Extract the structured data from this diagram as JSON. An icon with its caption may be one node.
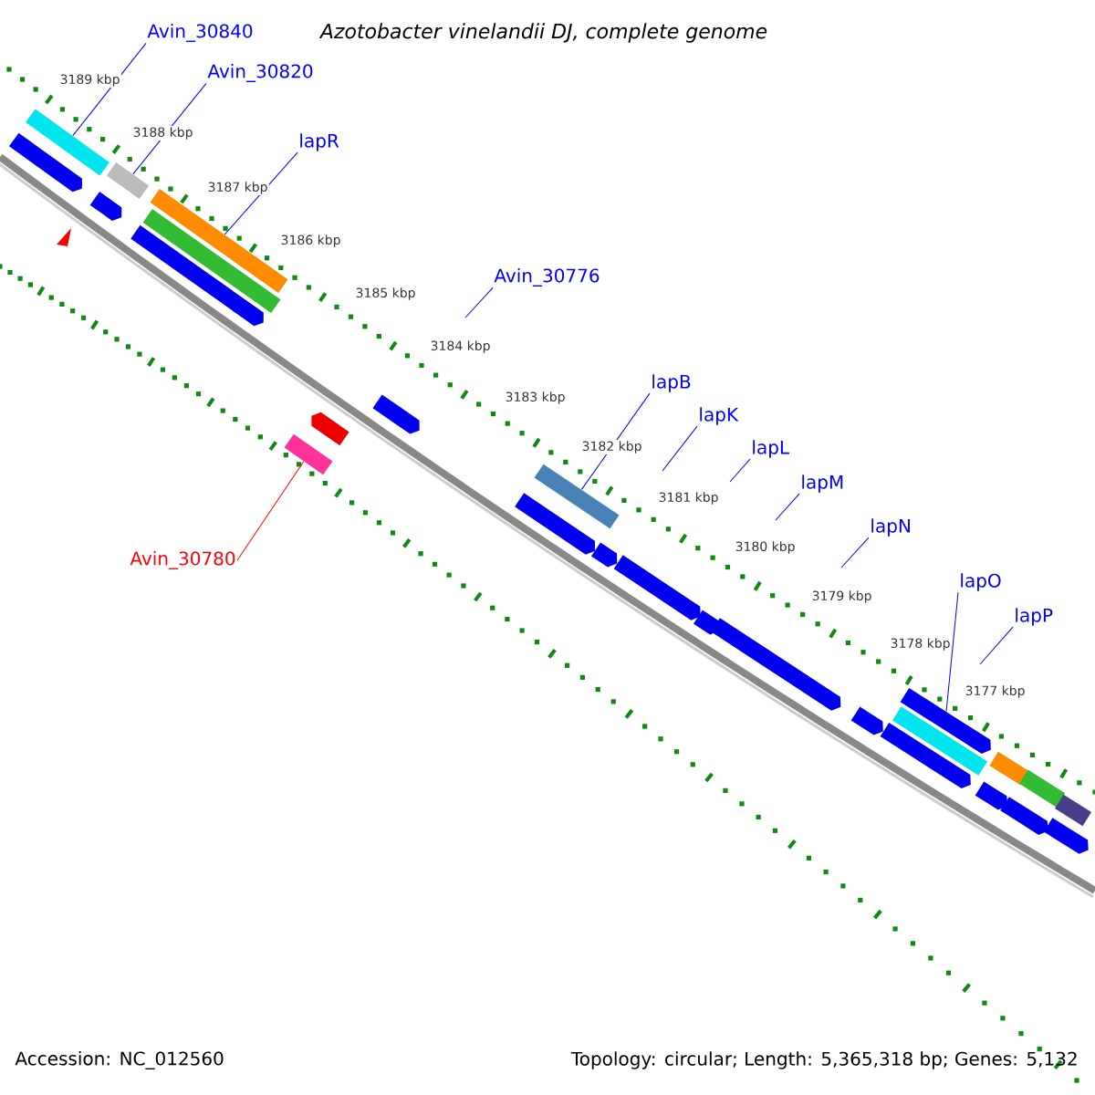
{
  "diagram": {
    "title": "Azotobacter vinelandii DJ, complete genome",
    "nodes": [
      {
        "text": [
          "Avin_30840"
        ]
      },
      {
        "text": [
          "Avin_30820"
        ]
      },
      {
        "text": [
          "lapR"
        ]
      },
      {
        "text": [
          "Avin_30776"
        ]
      },
      {
        "text": [
          "lapB"
        ]
      },
      {
        "text": [
          "lapK"
        ]
      },
      {
        "text": [
          "lapL"
        ]
      },
      {
        "text": [
          "lapM"
        ]
      },
      {
        "text": [
          "lapN"
        ]
      },
      {
        "text": [
          "lapO"
        ]
      },
      {
        "text": [
          "lapP"
        ]
      },
      {
        "text": [
          "Avin_30780"
        ]
      },
      {
        "text": [],
        "shape": "arrow"
      },
      {
        "text": [],
        "shape": "bar"
      },
      {
        "text": [],
        "shape": "arrow"
      },
      {
        "text": [],
        "shape": "bar"
      },
      {
        "text": [],
        "shape": "arrow"
      },
      {
        "text": [],
        "shape": "bar"
      },
      {
        "text": [],
        "shape": "bar"
      },
      {
        "text": [],
        "shape": "bar"
      },
      {
        "text": [],
        "shape": "arrow"
      },
      {
        "text": [],
        "shape": "arrow"
      },
      {
        "text": [],
        "shape": "arrow"
      },
      {
        "text": [],
        "shape": "bar"
      },
      {
        "text": [],
        "shape": "arrow"
      },
      {
        "text": [],
        "shape": "arrow"
      },
      {
        "text": [],
        "shape": "arrow"
      },
      {
        "text": [],
        "shape": "arrow"
      },
      {
        "text": [],
        "shape": "arrow"
      },
      {
        "text": [],
        "shape": "arrow"
      },
      {
        "text": [],
        "shape": "bar"
      },
      {
        "text": [],
        "shape": "arrow"
      },
      {
        "text": [],
        "shape": "arrow"
      },
      {
        "text": [],
        "shape": "bar"
      },
      {
        "text": [],
        "shape": "arrow"
      },
      {
        "text": [],
        "shape": "bar"
      },
      {
        "text": [],
        "shape": "arrow"
      },
      {
        "text": [],
        "shape": "bar"
      }
    ],
    "edges": [
      {
        "from": 0,
        "to": 13,
        "arrow": "none"
      },
      {
        "from": 1,
        "to": 15,
        "arrow": "none"
      },
      {
        "from": 2,
        "to": 18,
        "arrow": "none"
      },
      {
        "from": 3,
        "to": null,
        "arrow": "none"
      },
      {
        "from": 4,
        "to": 23,
        "arrow": "none"
      },
      {
        "from": 5,
        "to": null,
        "arrow": "none"
      },
      {
        "from": 6,
        "to": null,
        "arrow": "none"
      },
      {
        "from": 7,
        "to": null,
        "arrow": "none"
      },
      {
        "from": 8,
        "to": null,
        "arrow": "none"
      },
      {
        "from": 9,
        "to": 31,
        "arrow": "none"
      },
      {
        "from": 10,
        "to": null,
        "arrow": "none"
      },
      {
        "from": 11,
        "to": 19,
        "arrow": "none",
        "color": "#ff0000"
      }
    ],
    "labels": [
      "3189 kbp",
      "3188 kbp",
      "3187 kbp",
      "3186 kbp",
      "3185 kbp",
      "3184 kbp",
      "3183 kbp",
      "3182 kbp",
      "3181 kbp",
      "3180 kbp",
      "3179 kbp",
      "3178 kbp",
      "3177 kbp",
      "Accession: NC_012560",
      "Topology: circular; Length: 5,365,318 bp; Genes: 5,132"
    ]
  }
}
